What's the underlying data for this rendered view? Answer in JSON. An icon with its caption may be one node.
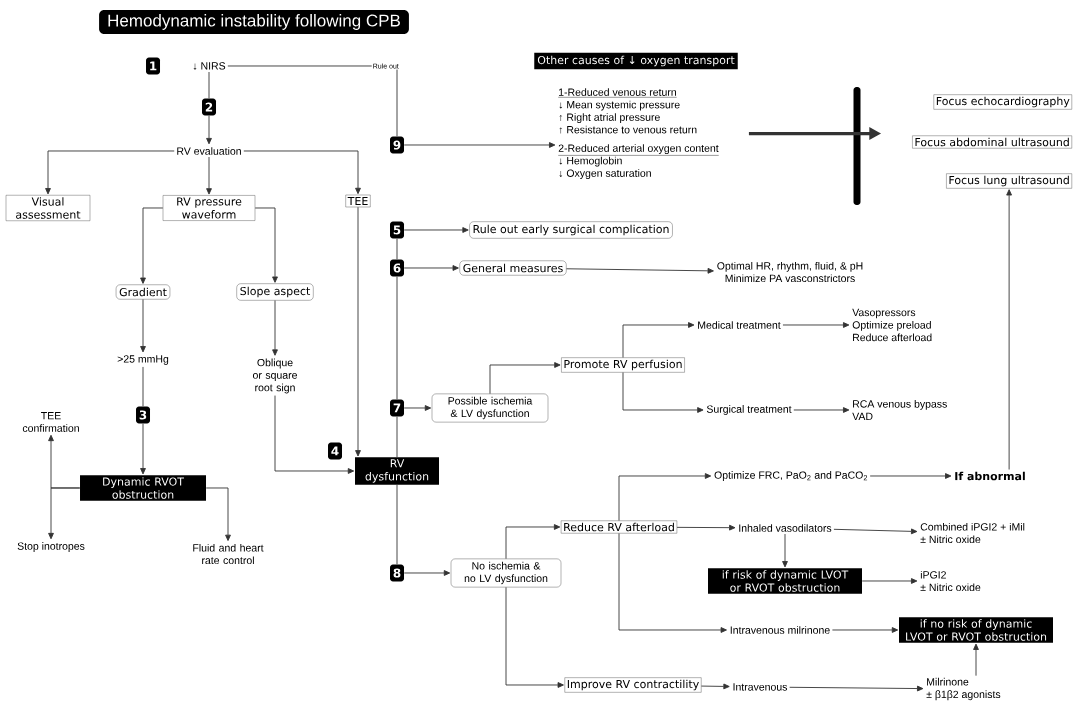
{
  "diagram": {
    "title": "Hemodynamic instability following CPB",
    "nodes": [
      {
        "text": [
          "1"
        ]
      },
      {
        "text": [
          "↓ NIRS"
        ]
      },
      {
        "text": [
          "2"
        ]
      },
      {
        "text": [
          "RV evaluation"
        ]
      },
      {
        "text": [
          "Visual assessment"
        ]
      },
      {
        "text": [
          "RV pressure waveform"
        ]
      },
      {
        "text": [
          "TEE"
        ]
      },
      {
        "text": [
          "Gradient"
        ]
      },
      {
        "text": [
          "Slope aspect"
        ]
      },
      {
        "text": [
          ">25 mmHg"
        ]
      },
      {
        "text": [
          "Oblique or square root sign"
        ]
      },
      {
        "text": [
          "3"
        ]
      },
      {
        "text": [
          "TEE confirmation"
        ]
      },
      {
        "text": [
          "Dynamic RVOT obstruction"
        ]
      },
      {
        "text": [
          "Stop inotropes"
        ]
      },
      {
        "text": [
          "Fluid and heart rate control"
        ]
      },
      {
        "text": [
          "4"
        ]
      },
      {
        "text": [
          "RV dysfunction"
        ]
      },
      {
        "text": [
          "9"
        ]
      },
      {
        "text": [
          "Other causes of ↓ oxygen transport"
        ]
      },
      {
        "text": [
          "1-Reduced venous return",
          "↓ Mean systemic pressure",
          "↑ Right atrial pressure",
          "↑ Resistance to venous return",
          "2-Reduced arterial oxygen content",
          "↓ Hemoglobin",
          "↓ Oxygen saturation"
        ]
      },
      {
        "text": [],
        "shape": "bar"
      },
      {
        "text": [
          "Focus echocardiography"
        ]
      },
      {
        "text": [
          "Focus abdominal ultrasound"
        ]
      },
      {
        "text": [
          "Focus lung ultrasound"
        ]
      },
      {
        "text": [
          "5"
        ]
      },
      {
        "text": [
          "Rule out early surgical complication"
        ]
      },
      {
        "text": [
          "6"
        ]
      },
      {
        "text": [
          "General measures"
        ]
      },
      {
        "text": [
          "Optimal HR, rhythm, fluid, & pH",
          "Minimize PA vasconstrictors"
        ]
      },
      {
        "text": [
          "7"
        ]
      },
      {
        "text": [
          "Possible ischemia & LV dysfunction"
        ]
      },
      {
        "text": [
          "Promote RV perfusion"
        ]
      },
      {
        "text": [
          "Medical treatment"
        ]
      },
      {
        "text": [
          "Vasopressors",
          "Optimize preload",
          "Reduce afterload"
        ]
      },
      {
        "text": [
          "Surgical treatment"
        ]
      },
      {
        "text": [
          "RCA venous bypass",
          "VAD"
        ]
      },
      {
        "text": [
          "8"
        ]
      },
      {
        "text": [
          "No ischemia & no LV dysfunction"
        ]
      },
      {
        "text": [
          "Reduce RV afterload"
        ]
      },
      {
        "text": [
          "Optimize FRC, PaO$_{2}$ and PaCO$_{2}$"
        ]
      },
      {
        "text": [
          "If abnormal"
        ]
      },
      {
        "text": [
          "Inhaled vasodilators"
        ]
      },
      {
        "text": [
          "Combined iPGI2 + iMil",
          "± Nitric oxide"
        ]
      },
      {
        "text": [
          "if risk of dynamic LVOT or RVOT obstruction"
        ]
      },
      {
        "text": [
          "iPGI2",
          "± Nitric oxide"
        ]
      },
      {
        "text": [
          "Intravenous milrinone"
        ]
      },
      {
        "text": [
          "if no risk of dynamic LVOT or RVOT obstruction"
        ]
      },
      {
        "text": [
          "Improve RV contractility"
        ]
      },
      {
        "text": [
          "Intravenous"
        ]
      },
      {
        "text": [
          "Milrinone",
          "± β1β2 agonists"
        ]
      }
    ],
    "edges": [
      {
        "from": 1,
        "to": 2,
        "arrow": "none"
      },
      {
        "from": 2,
        "to": 3,
        "arrow": "to"
      },
      {
        "from": 3,
        "to": 4,
        "arrow": "to"
      },
      {
        "from": 3,
        "to": 5,
        "arrow": "to"
      },
      {
        "from": 3,
        "to": 6,
        "arrow": "to"
      },
      {
        "from": 5,
        "to": 7,
        "arrow": "to"
      },
      {
        "from": 5,
        "to": 8,
        "arrow": "to"
      },
      {
        "from": 7,
        "to": 9,
        "arrow": "to"
      },
      {
        "from": 8,
        "to": 10,
        "arrow": "to"
      },
      {
        "from": 9,
        "to": 11,
        "arrow": "none"
      },
      {
        "from": 11,
        "to": 13,
        "arrow": "to"
      },
      {
        "from": 13,
        "to": 12,
        "arrow": "to"
      },
      {
        "from": 13,
        "to": 14,
        "arrow": "to"
      },
      {
        "from": 13,
        "to": 15,
        "arrow": "to"
      },
      {
        "from": 10,
        "to": 17,
        "arrow": "to"
      },
      {
        "from": 6,
        "to": 17,
        "arrow": "to"
      },
      {
        "from": 1,
        "to": 18,
        "arrow": "none",
        "label": "Rule out"
      },
      {
        "from": 18,
        "to": 20,
        "arrow": "to"
      },
      {
        "from": 20,
        "to": 21,
        "arrow": "to",
        "style": "thick"
      },
      {
        "from": 25,
        "to": 26,
        "arrow": "to"
      },
      {
        "from": 27,
        "to": 28,
        "arrow": "to"
      },
      {
        "from": 28,
        "to": 29,
        "arrow": "to"
      },
      {
        "from": 17,
        "to": 30,
        "arrow": "none"
      },
      {
        "from": 30,
        "to": 27,
        "arrow": "none"
      },
      {
        "from": 27,
        "to": 25,
        "arrow": "none"
      },
      {
        "from": 17,
        "to": 37,
        "arrow": "none"
      },
      {
        "from": 30,
        "to": 31,
        "arrow": "to"
      },
      {
        "from": 31,
        "to": 32,
        "arrow": "to"
      },
      {
        "from": 32,
        "to": 33,
        "arrow": "to"
      },
      {
        "from": 32,
        "to": 35,
        "arrow": "to"
      },
      {
        "from": 33,
        "to": 34,
        "arrow": "to"
      },
      {
        "from": 35,
        "to": 36,
        "arrow": "to"
      },
      {
        "from": 37,
        "to": 38,
        "arrow": "to"
      },
      {
        "from": 38,
        "to": 39,
        "arrow": "to"
      },
      {
        "from": 38,
        "to": 48,
        "arrow": "to"
      },
      {
        "from": 39,
        "to": 40,
        "arrow": "to"
      },
      {
        "from": 39,
        "to": 42,
        "arrow": "to"
      },
      {
        "from": 39,
        "to": 46,
        "arrow": "to"
      },
      {
        "from": 40,
        "to": 41,
        "arrow": "to"
      },
      {
        "from": 41,
        "to": 24,
        "arrow": "to"
      },
      {
        "from": 42,
        "to": 43,
        "arrow": "to"
      },
      {
        "from": 42,
        "to": 44,
        "arrow": "to"
      },
      {
        "from": 44,
        "to": 45,
        "arrow": "to"
      },
      {
        "from": 46,
        "to": 47,
        "arrow": "to"
      },
      {
        "from": 48,
        "to": 49,
        "arrow": "to"
      },
      {
        "from": 49,
        "to": 50,
        "arrow": "to"
      },
      {
        "from": 50,
        "to": 47,
        "arrow": "to"
      }
    ]
  }
}
